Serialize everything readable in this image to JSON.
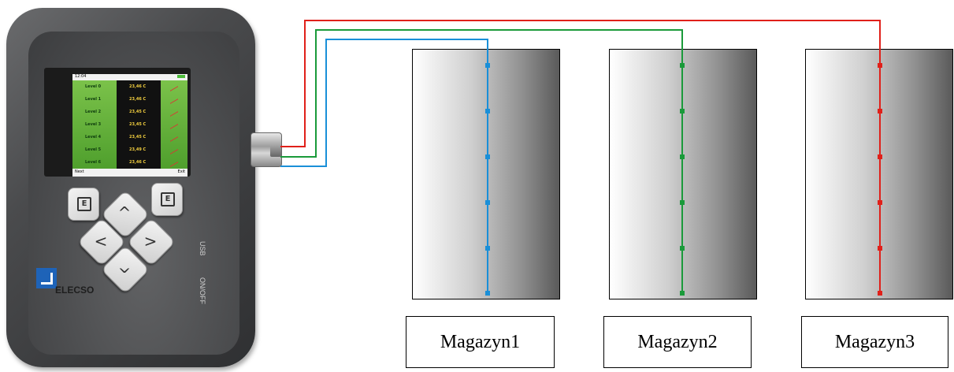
{
  "device": {
    "brand": "ELECSO",
    "screen": {
      "title": "12:04",
      "rows": [
        {
          "label": "Level 0",
          "value": "23,46 C"
        },
        {
          "label": "Level 1",
          "value": "23,46 C"
        },
        {
          "label": "Level 2",
          "value": "23,45 C"
        },
        {
          "label": "Level 3",
          "value": "23,45 C"
        },
        {
          "label": "Level 4",
          "value": "23,45 C"
        },
        {
          "label": "Level 5",
          "value": "23,49 C"
        },
        {
          "label": "Level 6",
          "value": "23,46 C"
        }
      ],
      "footer_left": "Next",
      "footer_right": "Exit"
    },
    "side_labels": {
      "onoff": "ON/OFF",
      "usb": "USB"
    }
  },
  "warehouses": [
    {
      "name": "Magazyn1",
      "color": "#1a8fd8"
    },
    {
      "name": "Magazyn2",
      "color": "#1a9a3a"
    },
    {
      "name": "Magazyn3",
      "color": "#e0201a"
    }
  ],
  "icons": [
    "menu-key-icon",
    "enter-key-icon",
    "arrow-up-icon",
    "arrow-left-icon",
    "arrow-right-icon",
    "arrow-down-icon"
  ]
}
